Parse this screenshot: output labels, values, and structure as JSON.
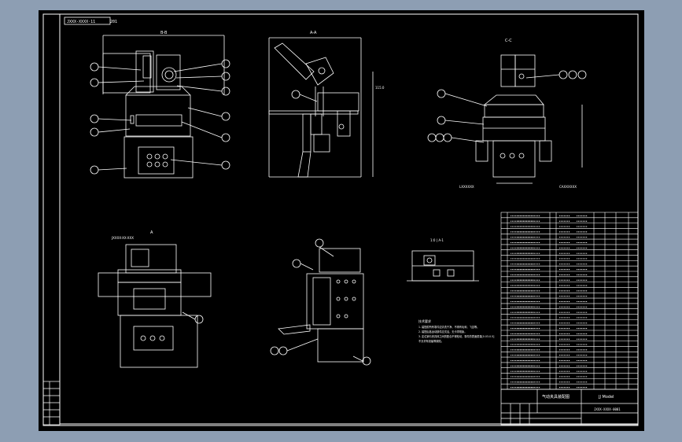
{
  "window": {
    "background_color": "#8d9eb3",
    "canvas_color": "#000000",
    "line_color": "#ffffff"
  },
  "drawing": {
    "frame_code_box": "JXXX-XXXX·11",
    "frame_code_right": "201",
    "view_labels": [
      "B-B",
      "A-A",
      "C-C",
      "A"
    ],
    "label_ab_ba": "1:0 | A-1",
    "notes_title": "技术要求",
    "notes_lines": [
      "1. 装配前所有零件应清洗干净，不得有毛刺、飞边等。",
      "2. 装配后各运动部件应灵活，无卡滞现象。",
      "3. 定位销与夹具体之间的配合不得松动，零件的表面质量[0.03-0.5]",
      "   不允许有划痕等缺陷。"
    ],
    "title_block": {
      "name": "气动夹具装配图",
      "school": "JJ Model",
      "drawing_no": "JXXX-XXXX-0001"
    },
    "bom_rows": 33
  }
}
